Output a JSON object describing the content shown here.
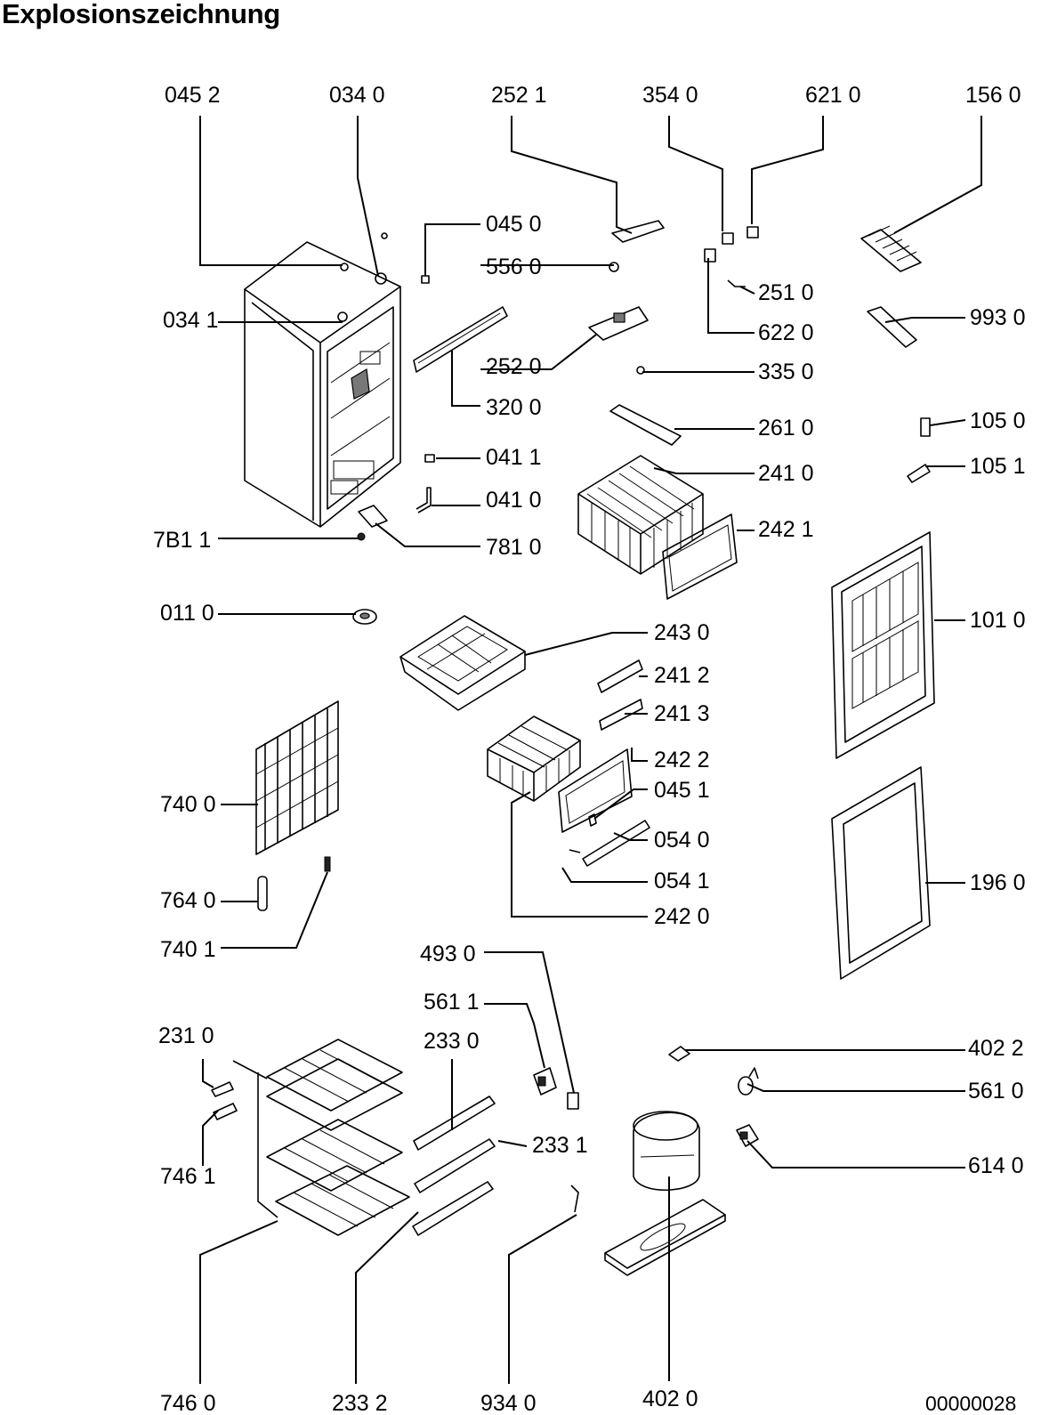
{
  "title": "Explosionszeichnung",
  "drawing_number": "00000028",
  "part_labels": {
    "p0452": "045 2",
    "p0340": "034 0",
    "p2521": "252 1",
    "p3540": "354 0",
    "p6210": "621 0",
    "p1560": "156 0",
    "p0450": "045 0",
    "p5560": "556 0",
    "p2510": "251 0",
    "p0341": "034 1",
    "p6220": "622 0",
    "p9930": "993 0",
    "p2520": "252 0",
    "p3350": "335 0",
    "p3200": "320 0",
    "p2610": "261 0",
    "p1050": "105 0",
    "p0411": "041 1",
    "p2410": "241 0",
    "p1051": "105 1",
    "p0410": "041 0",
    "p7811": "7B1 1",
    "p7810": "781 0",
    "p2421": "242 1",
    "p0110": "011 0",
    "p2430": "243 0",
    "p1010": "101 0",
    "p2412": "241 2",
    "p2413": "241 3",
    "p2422": "242 2",
    "p0451": "045 1",
    "p7400": "740 0",
    "p0540": "054 0",
    "p7640": "764 0",
    "p0541": "054 1",
    "p1960": "196 0",
    "p2420": "242 0",
    "p7401": "740 1",
    "p4930": "493 0",
    "p5611": "561 1",
    "p2310": "231 0",
    "p2330": "233 0",
    "p4022": "402 2",
    "p5610": "561 0",
    "p2331": "233 1",
    "p7461": "746 1",
    "p6140": "614 0",
    "p7460": "746 0",
    "p2332": "233 2",
    "p9340": "934 0",
    "p4020": "402 0"
  }
}
